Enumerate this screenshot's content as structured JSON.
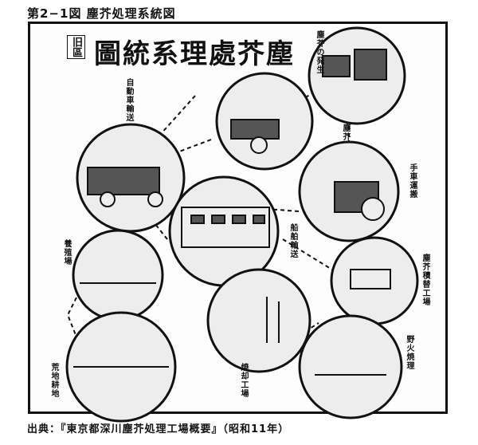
{
  "figure_caption": "第2−1図 塵芥処理系統図",
  "title_prefix": "旧區",
  "title": "圖統系理處芥塵",
  "labels": {
    "garbage_gen": "塵芥の発生",
    "auto_transport": "自動車輸送",
    "collection": "塵芥",
    "handcart": "手車運搬",
    "ship_transport": "船舶輸送",
    "transfer": "塵芥積替工場",
    "landfill_wide": "養殖場",
    "incinerator": "焼却工場",
    "landfill_field": "荒地耕地",
    "open_burn": "野火焼理"
  },
  "source_text": "出典：『東京都深川塵芥処理工場概要』（昭和11年）"
}
